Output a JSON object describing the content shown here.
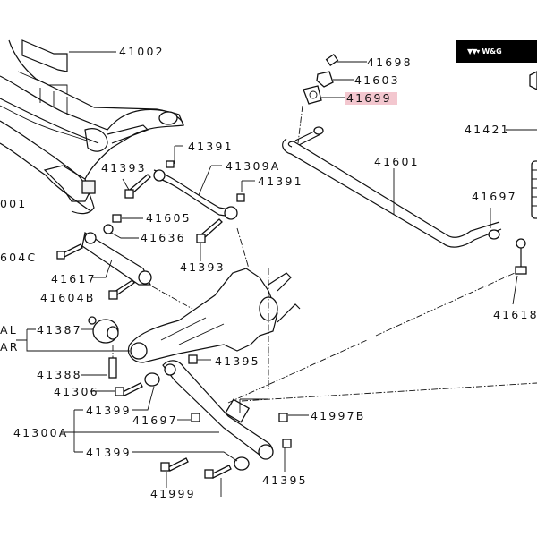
{
  "badge": {
    "logo_glyph": "▼▼▾",
    "text": "W&G"
  },
  "labels": {
    "p41002": "41002",
    "p41698": "41698",
    "p41603": "41603",
    "p41699": "41699",
    "p41421": "41421",
    "p41391_top": "41391",
    "p41393_top": "41393",
    "p41309A": "41309A",
    "p41391_mid": "41391",
    "p41601": "41601",
    "p41001_partial": "001",
    "p41605": "41605",
    "p41636": "41636",
    "p41697_right": "41697",
    "p41604C_partial": "604C",
    "p41393_mid": "41393",
    "p41617": "41617",
    "p41604B": "41604B",
    "p41618_partial": "41618",
    "al_partial": "AL",
    "ar_partial": "AR",
    "p41387": "41387",
    "p41395_top": "41395",
    "p41388": "41388",
    "p41306": "41306",
    "p41399_top": "41399",
    "p41697_left": "41697",
    "p41997B": "41997B",
    "p41300A": "41300A",
    "p41399_bottom": "41399",
    "p41999": "41999",
    "p41395_bottom": "41395"
  },
  "highlight": {
    "part": "41699",
    "color": "#f3c7cf"
  }
}
